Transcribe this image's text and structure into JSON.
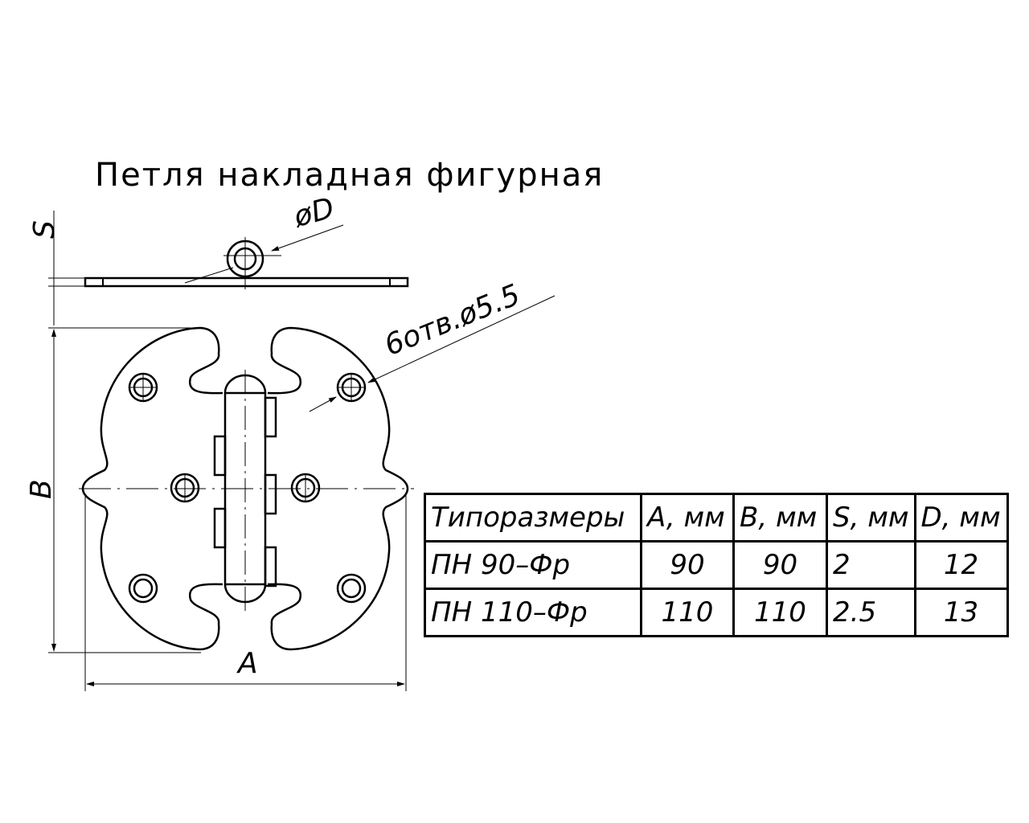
{
  "title": "Петля накладная фигурная",
  "dimensions": {
    "s_label": "S",
    "d_label": "øD",
    "holes_label": "6отв.ø5.5",
    "b_label": "B",
    "a_label": "A"
  },
  "table": {
    "headers": [
      "Типоразмеры",
      "A, мм",
      "B, мм",
      "S, мм",
      "D, мм"
    ],
    "rows": [
      [
        "ПН 90–Фр",
        "90",
        "90",
        "2",
        "12"
      ],
      [
        "ПН 110–Фр",
        "110",
        "110",
        "2.5",
        "13"
      ]
    ]
  }
}
